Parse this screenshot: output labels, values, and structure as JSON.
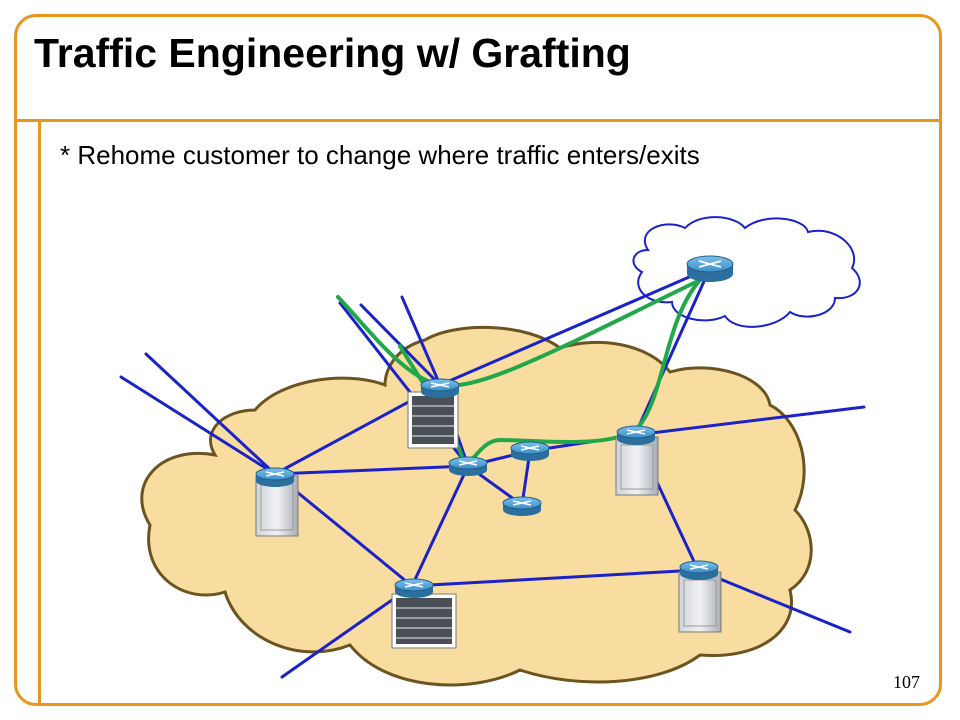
{
  "slide": {
    "title": "Traffic Engineering w/ Grafting",
    "bullet": "* Rehome customer to change where traffic enters/exits",
    "page_number": "107"
  },
  "colors": {
    "frame": "#e8961e",
    "backbone_cloud_fill": "#f8dca0",
    "backbone_cloud_stroke": "#6b5420",
    "customer_cloud_stroke": "#1a22c8",
    "link": "#1a22c8",
    "graft_path": "#21a84a",
    "router": "#3a8fc8"
  },
  "diagram": {
    "backbone_cloud": "isp-backbone",
    "customer_cloud": "remote-customer",
    "routers": [
      {
        "id": "r1",
        "icon": "router-icon",
        "chassis": "core-router-chassis-tall"
      },
      {
        "id": "r2",
        "icon": "router-icon",
        "chassis": "core-router-chassis-wide"
      },
      {
        "id": "r3",
        "icon": "router-icon",
        "chassis": "none"
      },
      {
        "id": "r4",
        "icon": "router-icon",
        "chassis": "none"
      },
      {
        "id": "r5",
        "icon": "router-icon",
        "chassis": "none"
      },
      {
        "id": "r6",
        "icon": "router-icon",
        "chassis": "core-router-chassis-tall"
      },
      {
        "id": "r7",
        "icon": "router-icon",
        "chassis": "core-router-chassis-wide"
      },
      {
        "id": "r8",
        "icon": "router-icon",
        "chassis": "core-router-chassis-tall"
      },
      {
        "id": "c1",
        "icon": "router-icon",
        "chassis": "none"
      }
    ],
    "links": [
      [
        "r1",
        "r3"
      ],
      [
        "r1",
        "r2"
      ],
      [
        "r1",
        "r7"
      ],
      [
        "r2",
        "r3"
      ],
      [
        "r2",
        "c1"
      ],
      [
        "r3",
        "r4"
      ],
      [
        "r3",
        "r5"
      ],
      [
        "r3",
        "r7"
      ],
      [
        "r4",
        "r5"
      ],
      [
        "r4",
        "r6"
      ],
      [
        "r6",
        "c1"
      ],
      [
        "r6",
        "r8"
      ],
      [
        "r7",
        "r8"
      ]
    ],
    "external_links": [
      "r1",
      "r1",
      "r2",
      "r2",
      "r3",
      "r6",
      "r8",
      "r7"
    ],
    "graft_path": [
      "c1",
      "r2",
      "r3",
      "r4",
      "r6",
      "c1"
    ]
  }
}
